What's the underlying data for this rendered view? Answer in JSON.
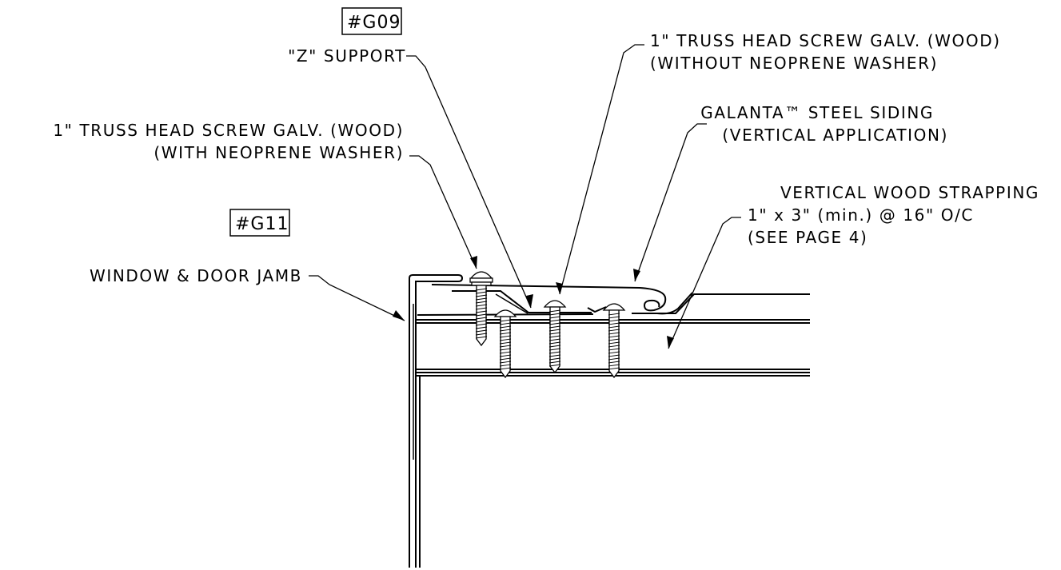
{
  "labels": {
    "z_support_tag": "#G09",
    "z_support": "\"Z\" SUPPORT",
    "screw_without_washer_1": "1\" TRUSS HEAD SCREW GALV. (WOOD)",
    "screw_without_washer_2": "(WITHOUT NEOPRENE WASHER)",
    "screw_with_washer_1": "1\" TRUSS HEAD SCREW GALV. (WOOD)",
    "screw_with_washer_2": "(WITH NEOPRENE WASHER)",
    "siding_1": "GALANTA™ STEEL SIDING",
    "siding_2": "(VERTICAL APPLICATION)",
    "strapping_1": "VERTICAL WOOD STRAPPING",
    "strapping_2": "1\" x 3\" (min.) @ 16\" O/C",
    "strapping_3": "(SEE PAGE 4)",
    "jamb_tag": "#G11",
    "jamb": "WINDOW & DOOR JAMB"
  }
}
